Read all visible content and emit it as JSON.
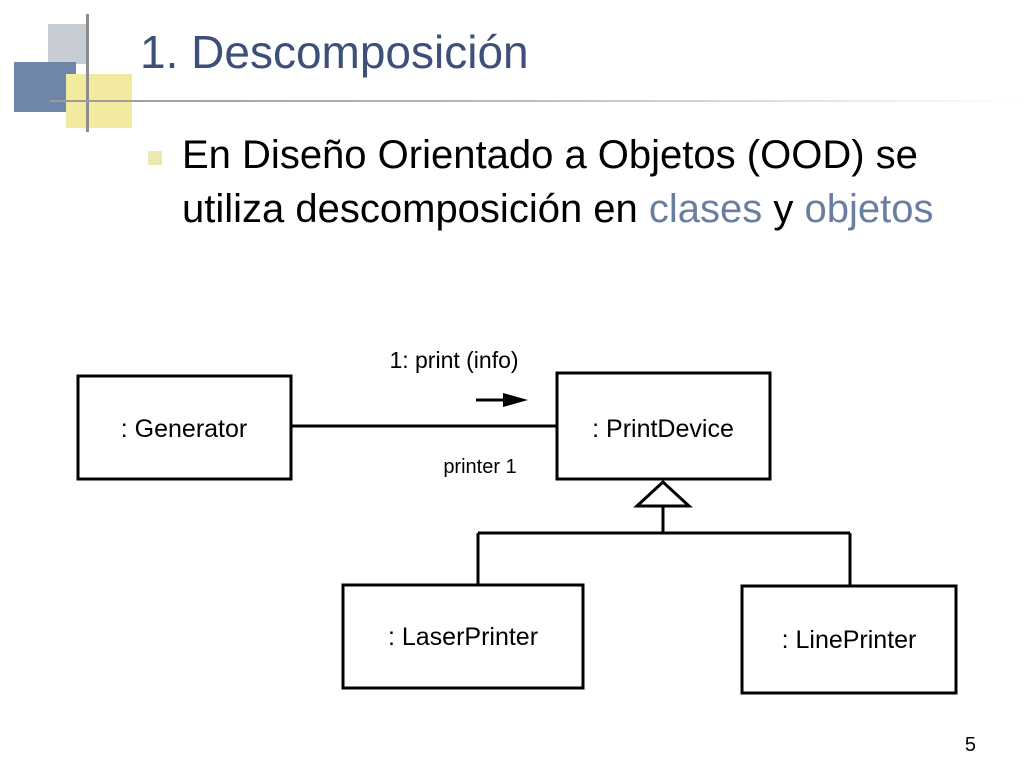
{
  "slide": {
    "title": "1. Descomposición",
    "bullet": {
      "text_before": "En Diseño Orientado a Objetos (OOD) se utiliza descomposición en ",
      "highlight_1": "clases",
      "text_middle": " y ",
      "highlight_2": "objetos"
    },
    "page_number": "5"
  },
  "diagram": {
    "boxes": {
      "generator": ": Generator",
      "print_device": ": PrintDevice",
      "laser_printer": ": LaserPrinter",
      "line_printer": ": LinePrinter"
    },
    "message_label": "1: print (info)",
    "association_label": "printer 1"
  }
}
